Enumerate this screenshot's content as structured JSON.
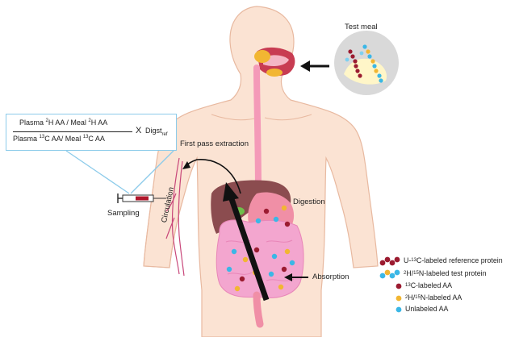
{
  "labels": {
    "test_meal": "Test meal",
    "first_pass": "First pass extraction",
    "digestion": "Digestion",
    "sampling": "Sampling",
    "circulation": "Circulation",
    "absorption": "Absorption"
  },
  "formula": {
    "numerator_a": "Plasma ",
    "numerator_a_sup": "2",
    "numerator_b": "H AA / Meal ",
    "numerator_b_sup": "2",
    "numerator_c": "H AA",
    "denominator_a": "Plasma ",
    "denominator_a_sup": "13",
    "denominator_b": "C AA/ Meal ",
    "denominator_b_sup": "13",
    "denominator_c": "C AA",
    "times": "X",
    "digest": "Digst",
    "digest_sub": "ref"
  },
  "legend": [
    {
      "pre": "U-",
      "sup": "13",
      "post": "C-labeled reference protein",
      "icon": "red-chain"
    },
    {
      "pre": "",
      "sup": "2",
      "post": "H/",
      "sup2": "15",
      "post2": "N-labeled test protein",
      "icon": "yellow-blue-chain"
    },
    {
      "pre": "",
      "sup": "13",
      "post": "C-labeled AA",
      "icon": "red-dot"
    },
    {
      "pre": "",
      "sup": "2",
      "post": "H/",
      "sup2": "15",
      "post2": "N-labeled AA",
      "icon": "yellow-dot"
    },
    {
      "pre": "",
      "sup": "",
      "post": "Unlabeled AA",
      "icon": "blue-dot"
    }
  ],
  "colors": {
    "skin": "#fbe3d3",
    "skin_outline": "#e8b9a0",
    "esophagus": "#f49ab8",
    "liver": "#8b4c4f",
    "intestine": "#f3a6cf",
    "stomach": "#f08fa6",
    "red_aa": "#9b1b30",
    "yellow_aa": "#f2b632",
    "blue_aa": "#3bb7e6",
    "box_border": "#8ccbea"
  }
}
